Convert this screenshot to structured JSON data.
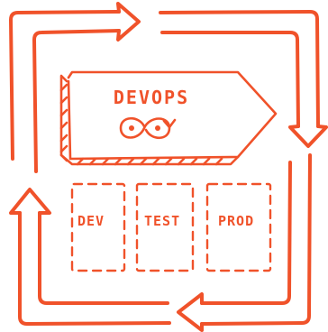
{
  "colors": {
    "accent": "#F0522A",
    "background": "#FFFFFF"
  },
  "diagram": {
    "title": "DEVOPS",
    "title_icon": "infinity-loop-icon",
    "environments": [
      {
        "label": "DEV"
      },
      {
        "label": "TEST"
      },
      {
        "label": "PROD"
      }
    ],
    "cycle_arrows": [
      "arrow-right-icon",
      "arrow-down-icon",
      "arrow-left-icon",
      "arrow-up-icon"
    ]
  }
}
